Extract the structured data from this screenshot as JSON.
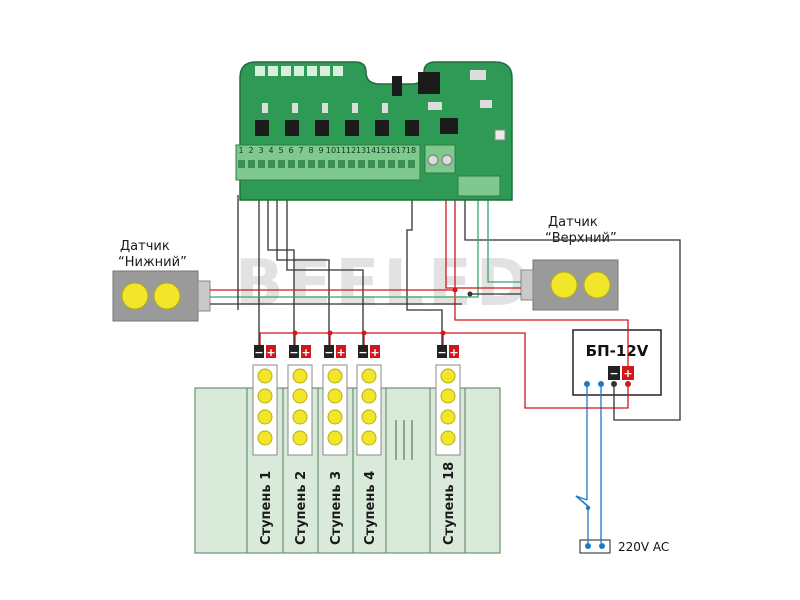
{
  "labels": {
    "sensor_lower_title": "Датчик",
    "sensor_lower_name": "“Нижний”",
    "sensor_upper_title": "Датчик",
    "sensor_upper_name": "“Верхний”",
    "psu": "БП-12V",
    "mains": "220V AC",
    "watermark": "BEELED"
  },
  "controller": {
    "terminal_numbers": [
      "1",
      "2",
      "3",
      "4",
      "5",
      "6",
      "7",
      "8",
      "9",
      "10",
      "11",
      "12",
      "13",
      "14",
      "15",
      "16",
      "17",
      "18"
    ]
  },
  "steps": [
    {
      "label": "Ступень 1"
    },
    {
      "label": "Ступень 2"
    },
    {
      "label": "Ступень 3"
    },
    {
      "label": "Ступень 4"
    },
    {
      "label": "Ступень 18"
    }
  ],
  "polarity": {
    "minus": "−",
    "plus": "+"
  },
  "colors": {
    "pcb": "#2f9a55",
    "pcb_dark": "#1f7a40",
    "terminal": "#7fc98e",
    "wire_red": "#d0181b",
    "wire_dark": "#333333",
    "wire_green": "#3aa56a",
    "wire_blue": "#1e78c8",
    "sensor_body": "#9a9a9a",
    "led_yellow": "#f2e62a",
    "stair_fill": "#d9eadb"
  }
}
